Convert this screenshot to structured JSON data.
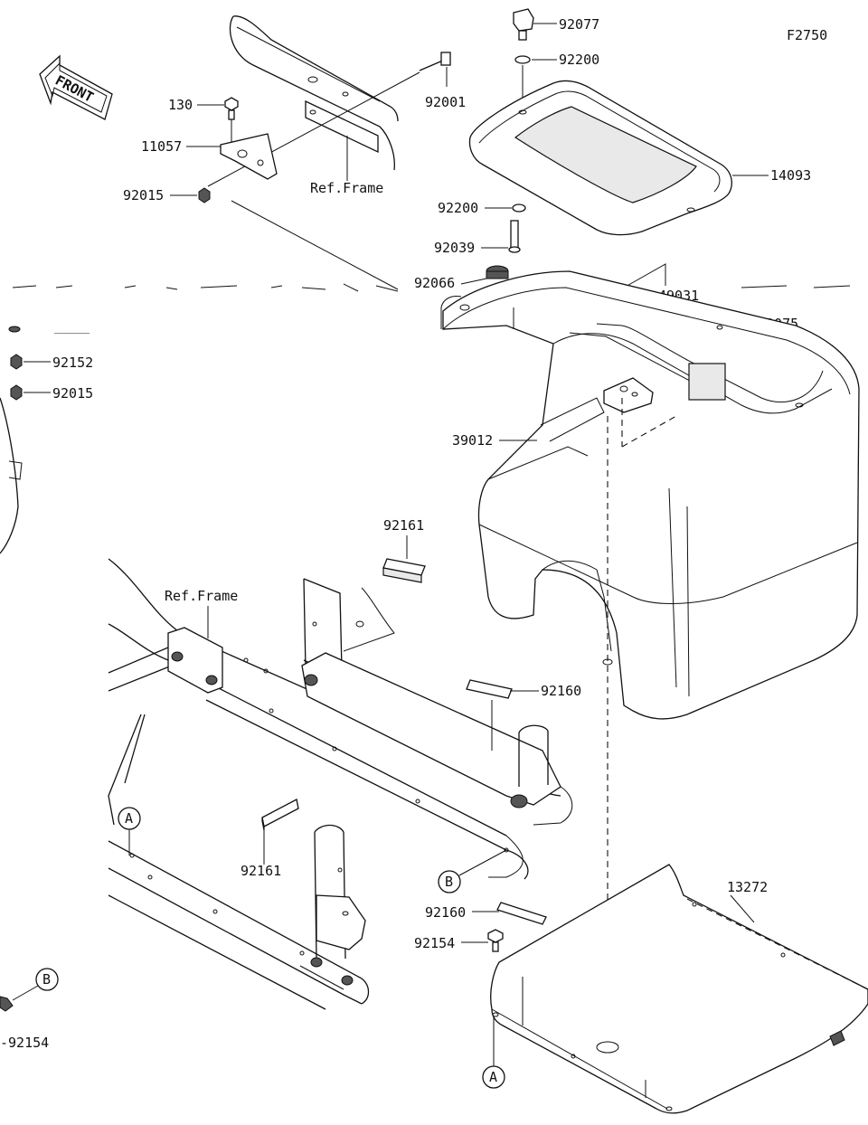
{
  "diagram": {
    "figure_code": "F2750",
    "front_arrow_label": "FRONT",
    "ref_frame_label": "Ref.Frame",
    "callout_letters": {
      "a": "A",
      "b": "B"
    },
    "part_labels": {
      "p92077": "92077",
      "p92200_top": "92200",
      "p92001": "92001",
      "p130": "130",
      "p11057": "11057",
      "p92015_top": "92015",
      "p14093": "14093",
      "p92200_mid": "92200",
      "p92039": "92039",
      "p92066": "92066",
      "p49031": "49031",
      "p92075": "92075",
      "p92152": "92152",
      "p92015_left": "92015",
      "p39012": "39012",
      "p92161_top": "92161",
      "p92160_mid": "92160",
      "p92161_low": "92161",
      "p13272": "13272",
      "p92160_low": "92160",
      "p92154_mid": "92154",
      "p92154_left": "-92154"
    }
  }
}
